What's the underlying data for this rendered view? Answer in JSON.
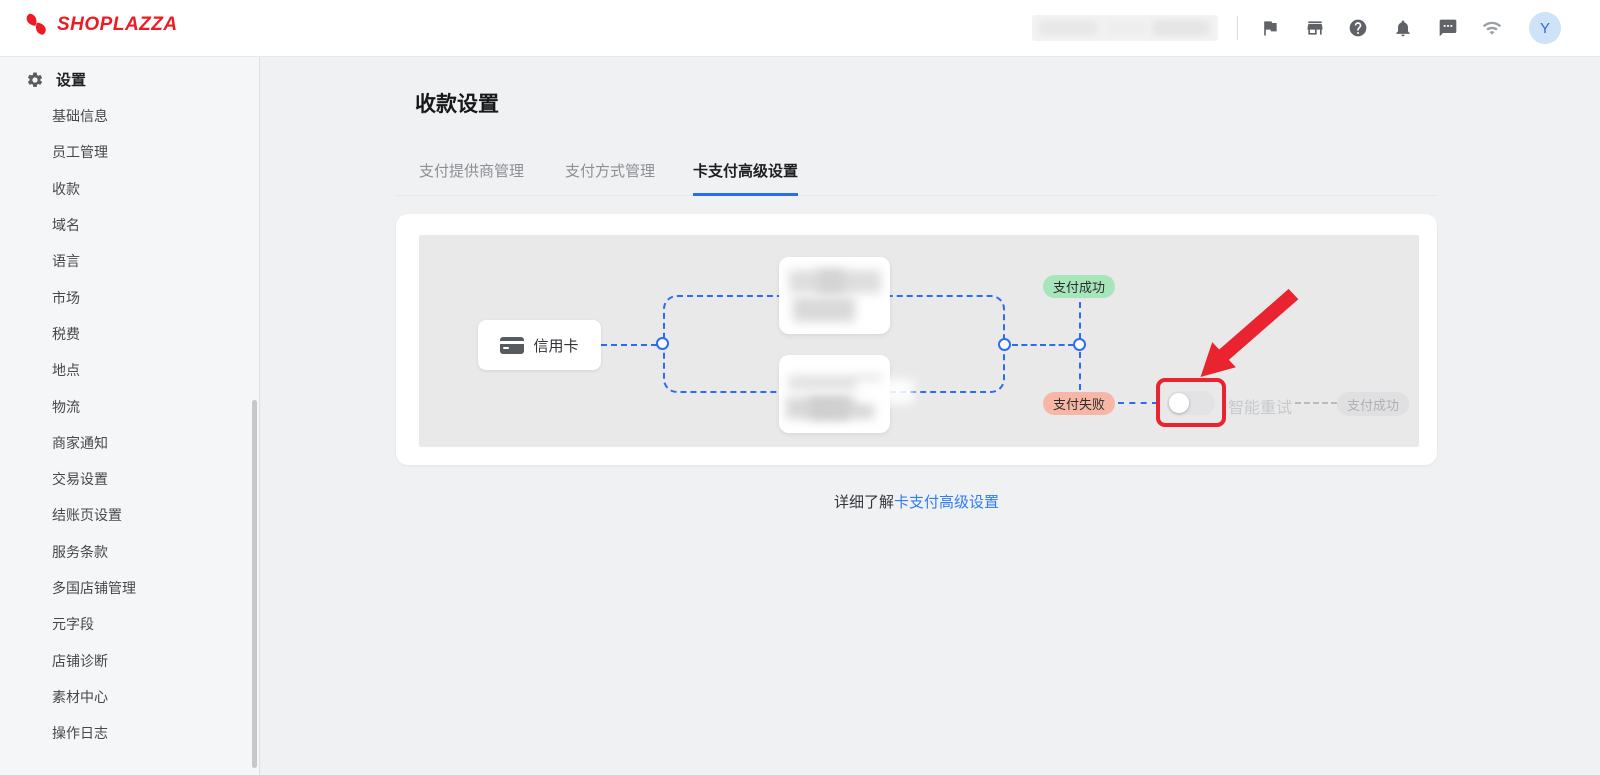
{
  "brand": {
    "logo_text": "SHOPLAZZA"
  },
  "header": {
    "icons": [
      "flag-icon",
      "store-icon",
      "help-icon",
      "notifications-icon",
      "chat-icon",
      "wifi-icon"
    ],
    "avatar_text": "Y"
  },
  "sidebar": {
    "header_label": "设置",
    "items": [
      "基础信息",
      "员工管理",
      "收款",
      "域名",
      "语言",
      "市场",
      "税费",
      "地点",
      "物流",
      "商家通知",
      "交易设置",
      "结账页设置",
      "服务条款",
      "多国店铺管理",
      "元字段",
      "店铺诊断",
      "素材中心",
      "操作日志"
    ]
  },
  "main": {
    "page_title": "收款设置",
    "tabs": [
      {
        "label": "支付提供商管理",
        "active": false
      },
      {
        "label": "支付方式管理",
        "active": false
      },
      {
        "label": "卡支付高级设置",
        "active": true
      }
    ],
    "diagram": {
      "credit_card": "信用卡",
      "success_badge": "支付成功",
      "fail_badge": "支付失败",
      "smart_retry": "智能重试",
      "retry_success": "支付成功",
      "toggle_state": "off"
    },
    "footer": {
      "text": "详细了解",
      "link_label": "卡支付高级设置"
    }
  },
  "colors": {
    "brand_red": "#ed1c24",
    "accent_blue": "#2b6cf5",
    "success_bg": "#a6e6ba",
    "fail_bg": "#f8b6a6",
    "disabled_gray": "#c7c9cb",
    "highlight_red": "#ea2330",
    "link_blue": "#2f7cf6"
  }
}
